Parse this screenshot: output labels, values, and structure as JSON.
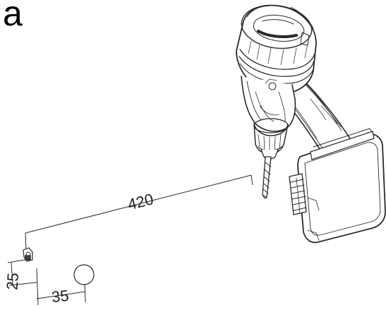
{
  "panel": {
    "letter": "a"
  },
  "dimensions": {
    "distance": "420",
    "height": "25",
    "width": "35"
  },
  "colors": {
    "line": "#2a2a2a",
    "background": "#ffffff"
  }
}
